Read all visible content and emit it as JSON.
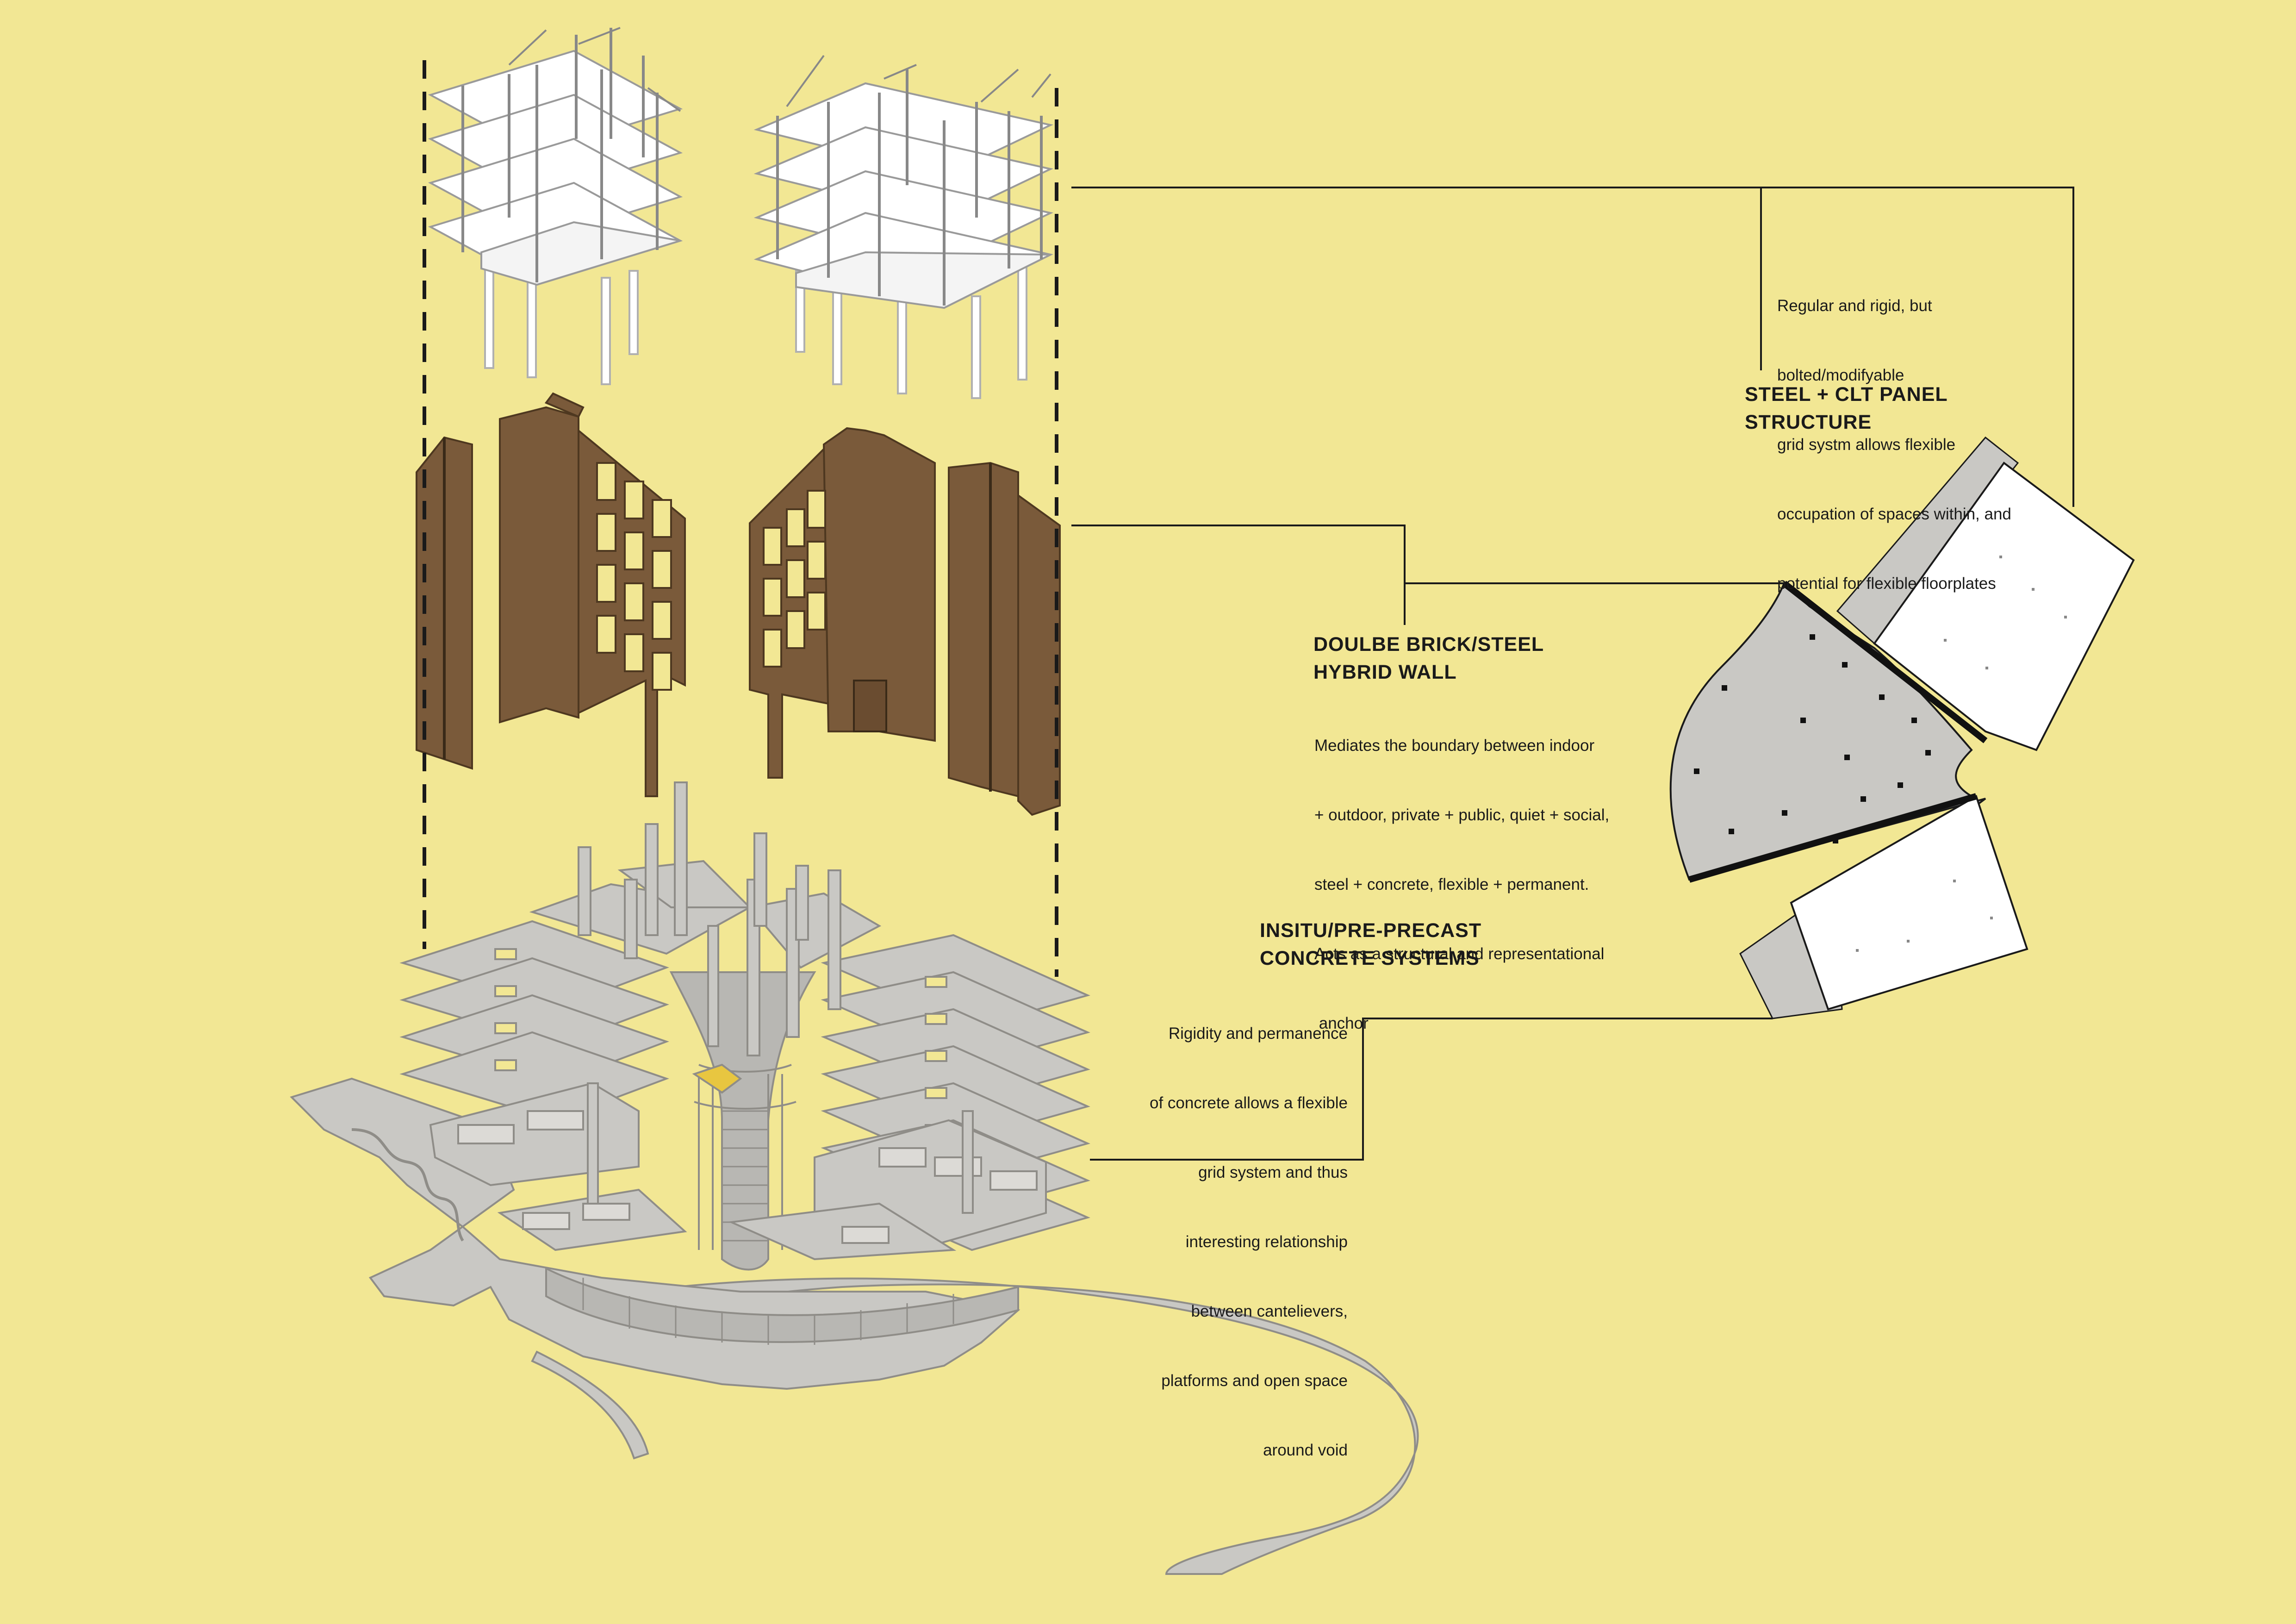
{
  "colors": {
    "background": "#f2e794",
    "timber": "#7a5a3a",
    "timber_dark": "#4e3820",
    "concrete": "#c9c8c4",
    "concrete_dark": "#8f8d88",
    "frame": "#ffffff",
    "line": "#1a1a1a"
  },
  "labels": {
    "steel": {
      "title_1": "STEEL + CLT PANEL",
      "title_2": "STRUCTURE",
      "desc": [
        "Regular and rigid, but",
        "bolted/modifyable",
        "grid systm allows flexible",
        "occupation of spaces within, and",
        "potential for flexible floorplates"
      ]
    },
    "wall": {
      "title_1": "DOULBE BRICK/STEEL",
      "title_2": "HYBRID WALL",
      "desc": [
        "Mediates the boundary between indoor",
        "+ outdoor, private + public, quiet + social,",
        "steel + concrete, flexible + permanent.",
        "Acts as a structural and representational",
        " anchor"
      ]
    },
    "concrete": {
      "title_1": "INSITU/PRE-PRECAST",
      "title_2": "CONCRETE SYSTEMS",
      "desc": [
        "Rigidity and permanence",
        "of concrete allows a flexible",
        "grid system and thus",
        "interesting relationship",
        "between cantelievers,",
        "platforms and open space",
        "around void"
      ]
    }
  }
}
